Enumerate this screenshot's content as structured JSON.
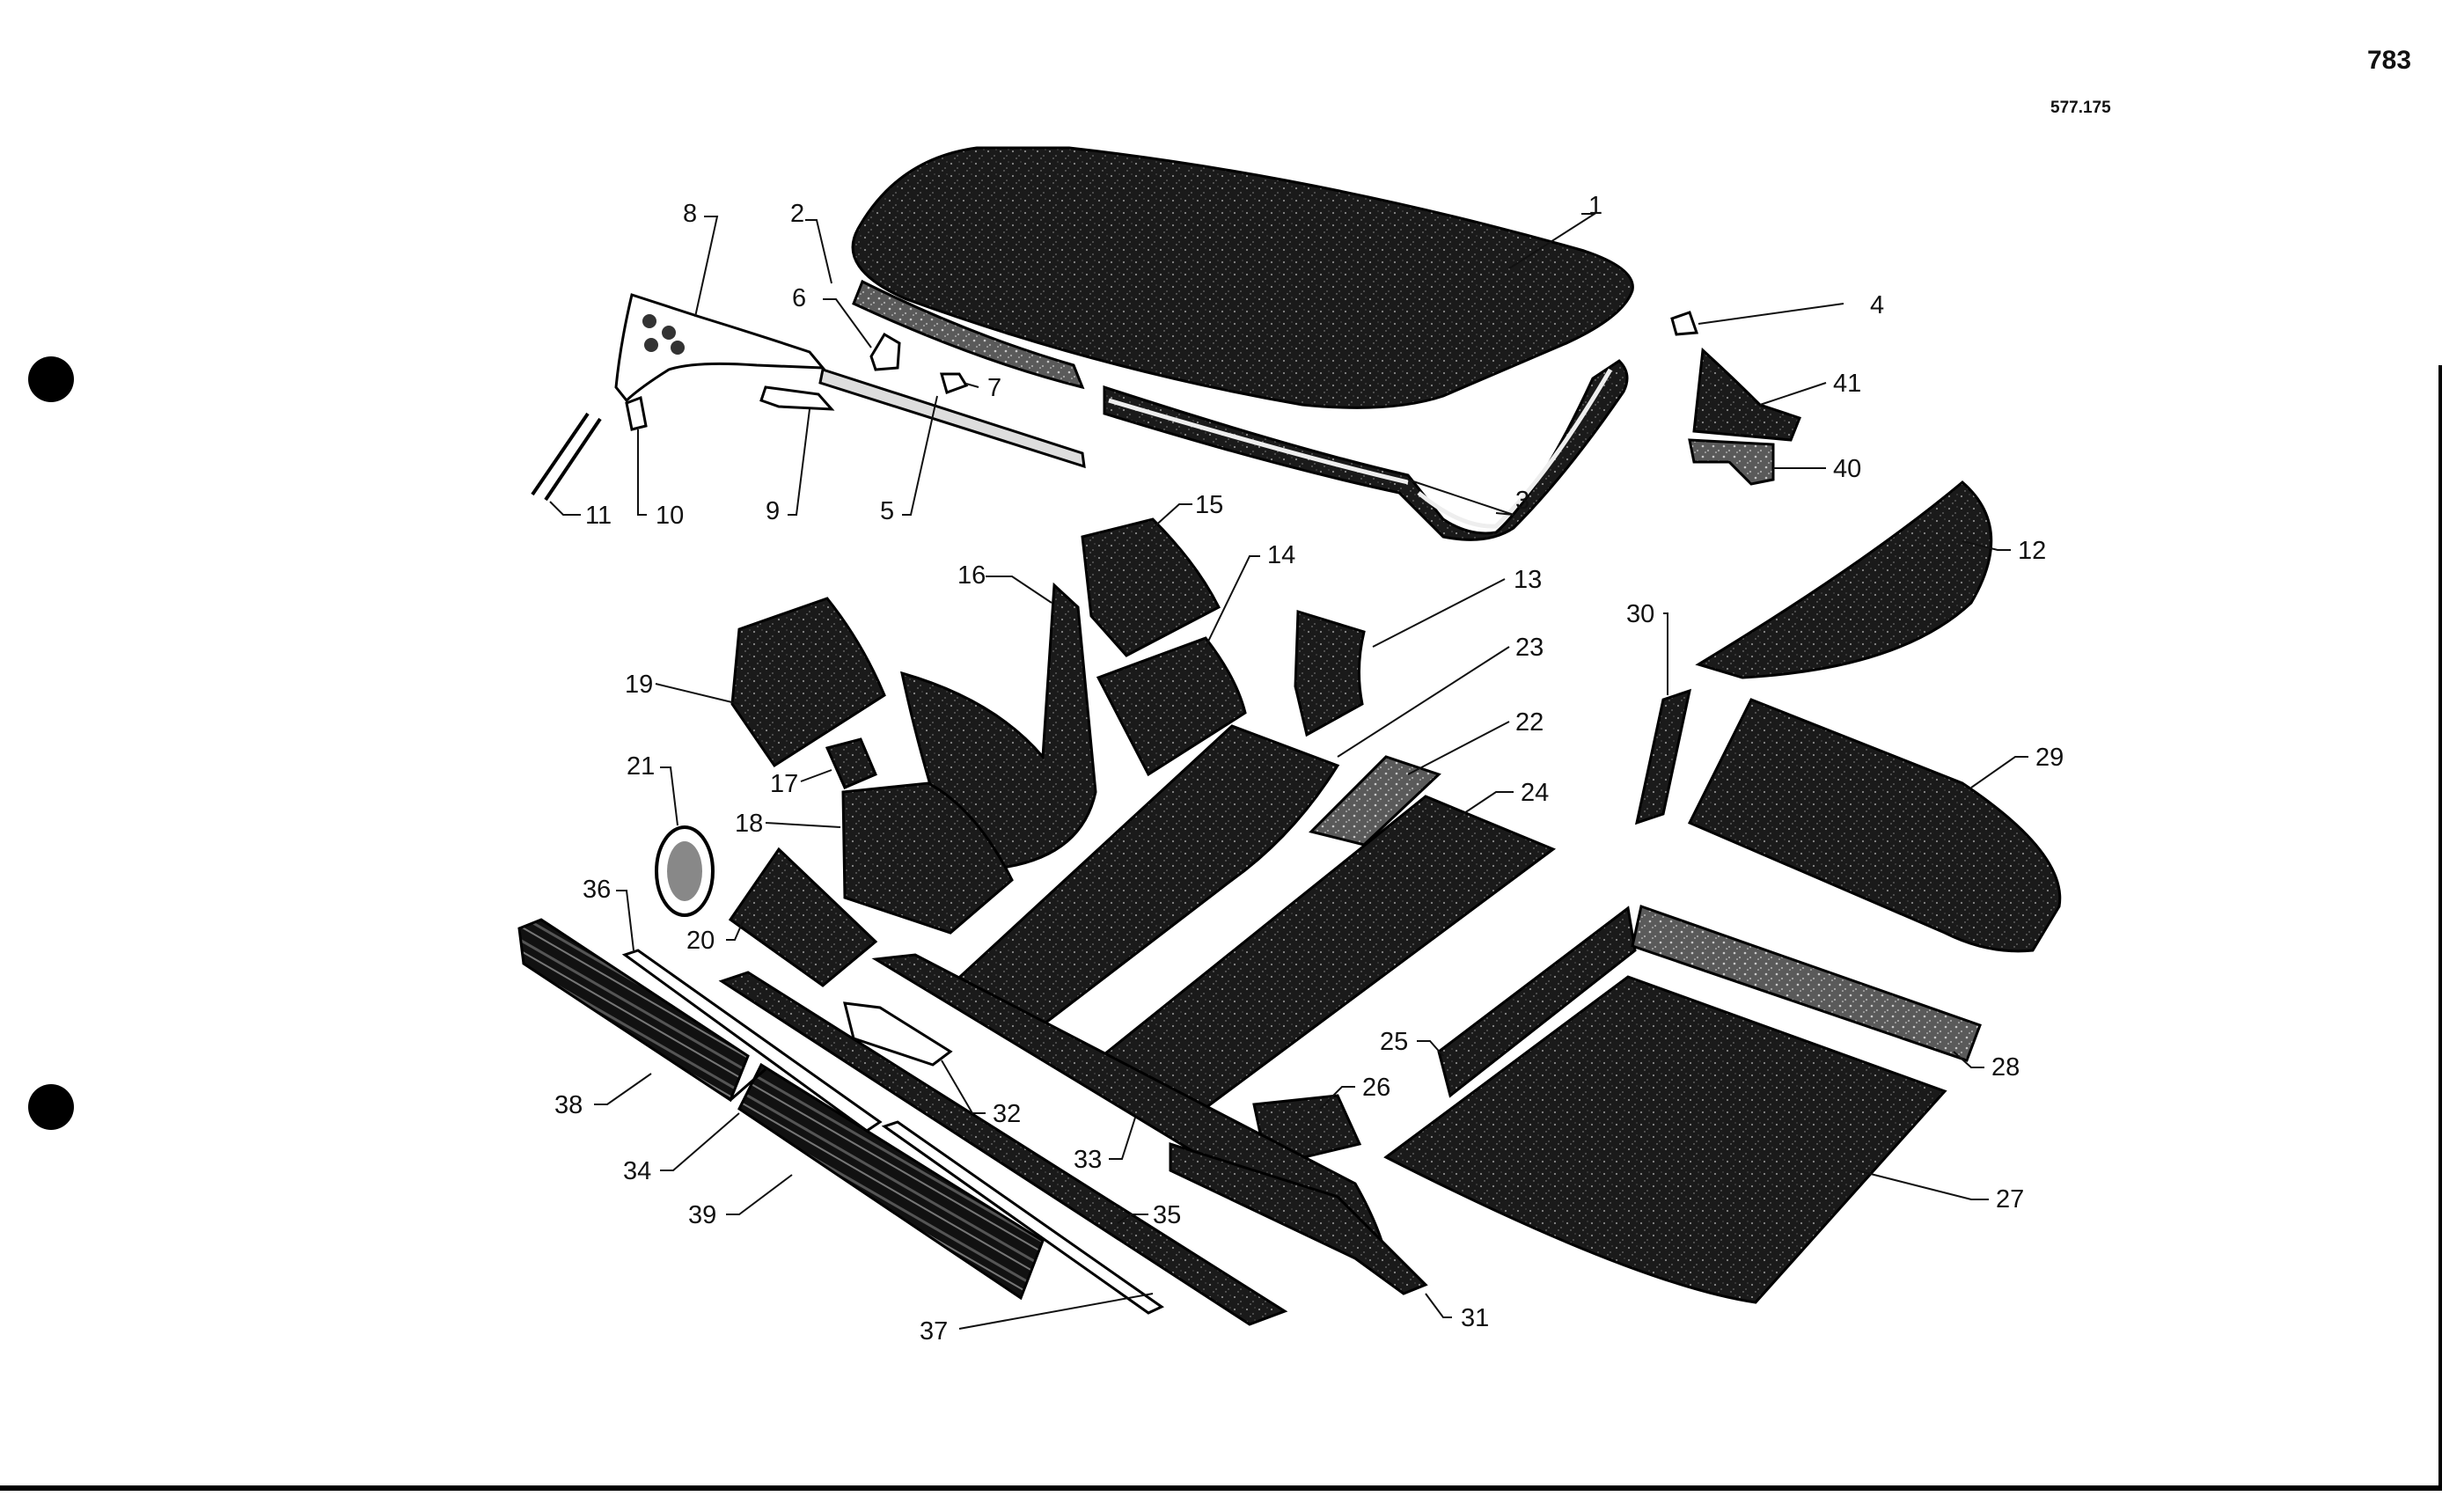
{
  "page_number": "783",
  "drawing_number": "577.175",
  "callouts": [
    "1",
    "2",
    "3",
    "4",
    "5",
    "6",
    "7",
    "8",
    "9",
    "10",
    "11",
    "12",
    "13",
    "14",
    "15",
    "16",
    "17",
    "18",
    "19",
    "20",
    "21",
    "22",
    "23",
    "24",
    "25",
    "26",
    "27",
    "28",
    "29",
    "30",
    "31",
    "32",
    "33",
    "34",
    "35",
    "36",
    "37",
    "38",
    "39",
    "40",
    "41"
  ],
  "colors": {
    "ink": "#111111",
    "paper": "#ffffff"
  }
}
